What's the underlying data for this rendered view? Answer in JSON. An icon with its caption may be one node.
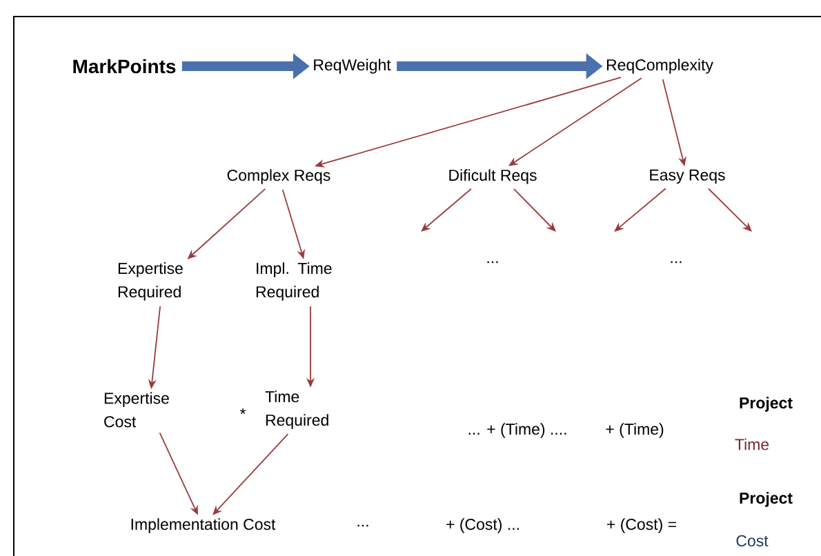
{
  "diagram": {
    "nodes": [
      {
        "text": [
          "MarkPoints"
        ]
      },
      {
        "text": [
          "ReqWeight"
        ]
      },
      {
        "text": [
          "ReqComplexity"
        ]
      },
      {
        "text": [
          "Complex Reqs"
        ]
      },
      {
        "text": [
          "Dificult Reqs"
        ]
      },
      {
        "text": [
          "Easy Reqs"
        ]
      },
      {
        "text": [
          "Expertise Required"
        ]
      },
      {
        "text": [
          "Impl. Time Required"
        ]
      },
      {
        "text": [
          "Expertise Cost"
        ]
      },
      {
        "text": [
          "Time Required"
        ]
      },
      {
        "text": [
          "Implementation Cost"
        ]
      }
    ],
    "edges": [
      {
        "from": 0,
        "to": 1,
        "arrow": "to",
        "style": "thick",
        "color": "#4a70ae"
      },
      {
        "from": 1,
        "to": 2,
        "arrow": "to",
        "style": "thick",
        "color": "#4a70ae"
      },
      {
        "from": 2,
        "to": 3,
        "arrow": "to"
      },
      {
        "from": 2,
        "to": 4,
        "arrow": "to"
      },
      {
        "from": 2,
        "to": 5,
        "arrow": "to"
      },
      {
        "from": 3,
        "to": 6,
        "arrow": "to"
      },
      {
        "from": 3,
        "to": 7,
        "arrow": "to"
      },
      {
        "from": 4,
        "to": null,
        "arrow": "to"
      },
      {
        "from": 4,
        "to": null,
        "arrow": "to"
      },
      {
        "from": 5,
        "to": null,
        "arrow": "to"
      },
      {
        "from": 5,
        "to": null,
        "arrow": "to"
      },
      {
        "from": 6,
        "to": 8,
        "arrow": "to"
      },
      {
        "from": 7,
        "to": 9,
        "arrow": "to"
      },
      {
        "from": 8,
        "to": 10,
        "arrow": "to"
      },
      {
        "from": 9,
        "to": 10,
        "arrow": "to"
      }
    ],
    "labels": [
      "...",
      "...",
      "*",
      "... + (Time) ....",
      "+ (Time)",
      "Project",
      "Time",
      "...",
      "+ (Cost) ...",
      "+ (Cost) =",
      "Project",
      "Cost"
    ]
  }
}
